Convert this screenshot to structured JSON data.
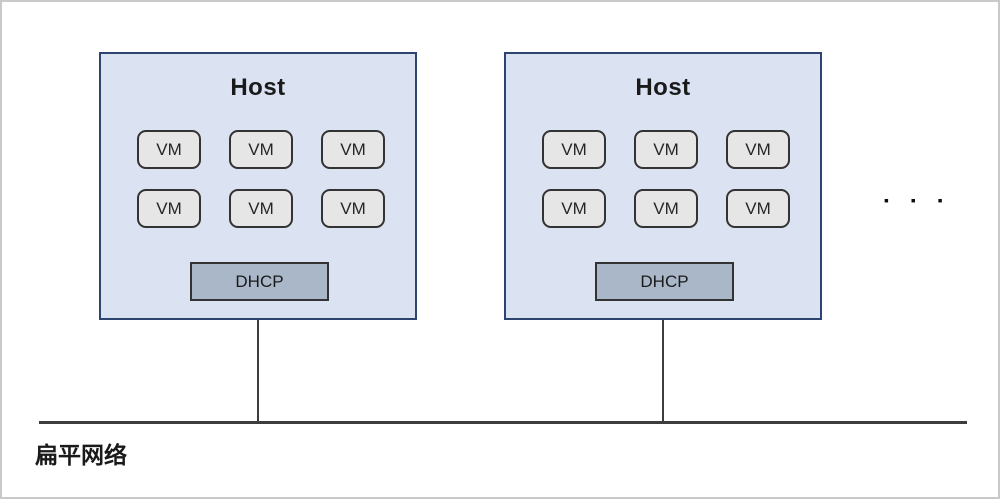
{
  "colors": {
    "host_fill": "#dbe3f3",
    "host_border": "#2e4470",
    "vm_fill": "#e6e6e6",
    "vm_border": "#333333",
    "dhcp_fill": "#a9b7c9",
    "dhcp_border": "#333333",
    "line": "#3d3d3d",
    "frame_border": "#c9c9c9",
    "text": "#1a1a1a"
  },
  "diagram": {
    "type": "network-architecture",
    "hosts": [
      {
        "title": "Host",
        "vms": [
          "VM",
          "VM",
          "VM",
          "VM",
          "VM",
          "VM"
        ],
        "dhcp_label": "DHCP"
      },
      {
        "title": "Host",
        "vms": [
          "VM",
          "VM",
          "VM",
          "VM",
          "VM",
          "VM"
        ],
        "dhcp_label": "DHCP"
      }
    ],
    "more_hosts_ellipsis": "▪ ▪ ▪",
    "network_label": "扁平网络"
  }
}
